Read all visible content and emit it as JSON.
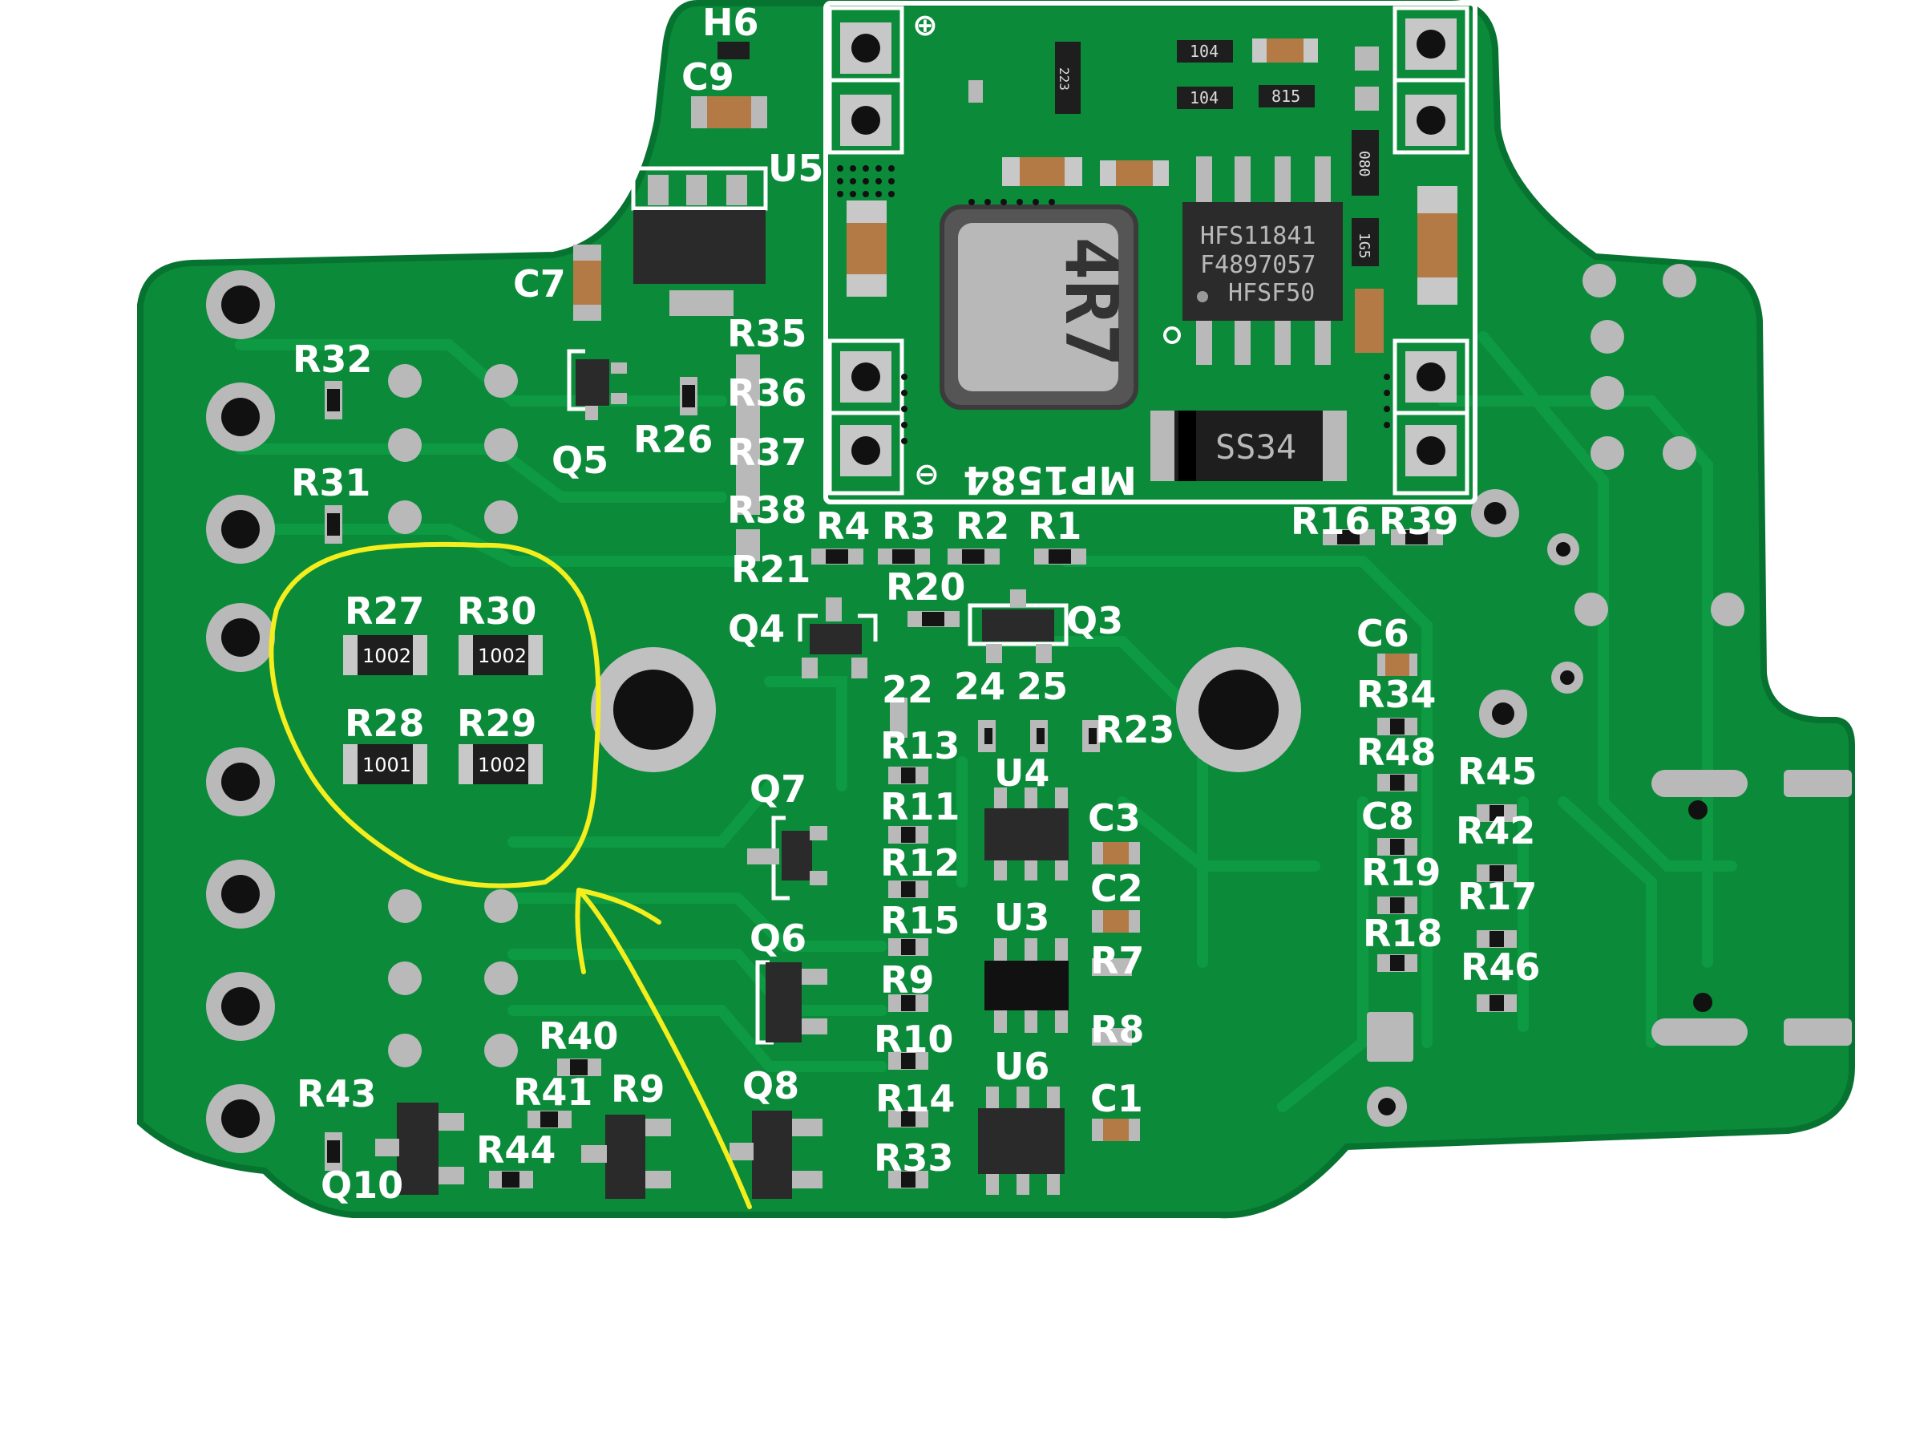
{
  "board": {
    "colors": {
      "board": "#0b8a3a",
      "board_edge": "#077330",
      "trace": "#0d9a42",
      "silkscreen": "#ffffff",
      "pad": "#b9b9b9",
      "annotation": "#f4ee1c"
    },
    "module": {
      "part_name": "MP1584",
      "inductor_marking": "4R7",
      "ic_marking": [
        "HFS11841",
        "F4897057",
        "HFSF50"
      ],
      "diode_marking": "SS34",
      "plus_symbol": "⊕",
      "minus_symbol": "⊖",
      "small_markings": [
        "104",
        "104",
        "815",
        "080",
        "1G5",
        "223"
      ]
    },
    "highlighted_resistors": [
      {
        "ref": "R27",
        "value": "1002"
      },
      {
        "ref": "R30",
        "value": "1002"
      },
      {
        "ref": "R28",
        "value": "1001"
      },
      {
        "ref": "R29",
        "value": "1002"
      }
    ],
    "labels": {
      "H6": "H6",
      "C9": "C9",
      "U5": "U5",
      "C7": "C7",
      "R32": "R32",
      "R31": "R31",
      "Q5": "Q5",
      "R26": "R26",
      "R35": "R35",
      "R36": "R36",
      "R37": "R37",
      "R38": "R38",
      "R21": "R21",
      "R4": "R4",
      "R3": "R3",
      "R2": "R2",
      "R1": "R1",
      "R20": "R20",
      "Q4": "Q4",
      "Q3": "Q3",
      "22": "22",
      "24": "24",
      "25": "25",
      "R23": "R23",
      "R13": "R13",
      "U4": "U4",
      "R11": "R11",
      "C3": "C3",
      "R12": "R12",
      "C2": "C2",
      "R15": "R15",
      "U3": "U3",
      "R7": "R7",
      "R9": "R9",
      "R8": "R8",
      "R10": "R10",
      "U6": "U6",
      "R14": "R14",
      "C1": "C1",
      "R33": "R33",
      "Q7": "Q7",
      "Q6": "Q6",
      "Q8": "Q8",
      "R40": "R40",
      "R43": "R43",
      "R41": "R41",
      "R9b": "R9",
      "R44": "R44",
      "Q10": "Q10",
      "R16": "R16",
      "R39": "R39",
      "C6": "C6",
      "R34": "R34",
      "R48": "R48",
      "R45": "R45",
      "C8": "C8",
      "R42": "R42",
      "R19": "R19",
      "R17": "R17",
      "R18": "R18",
      "R46": "R46"
    }
  }
}
